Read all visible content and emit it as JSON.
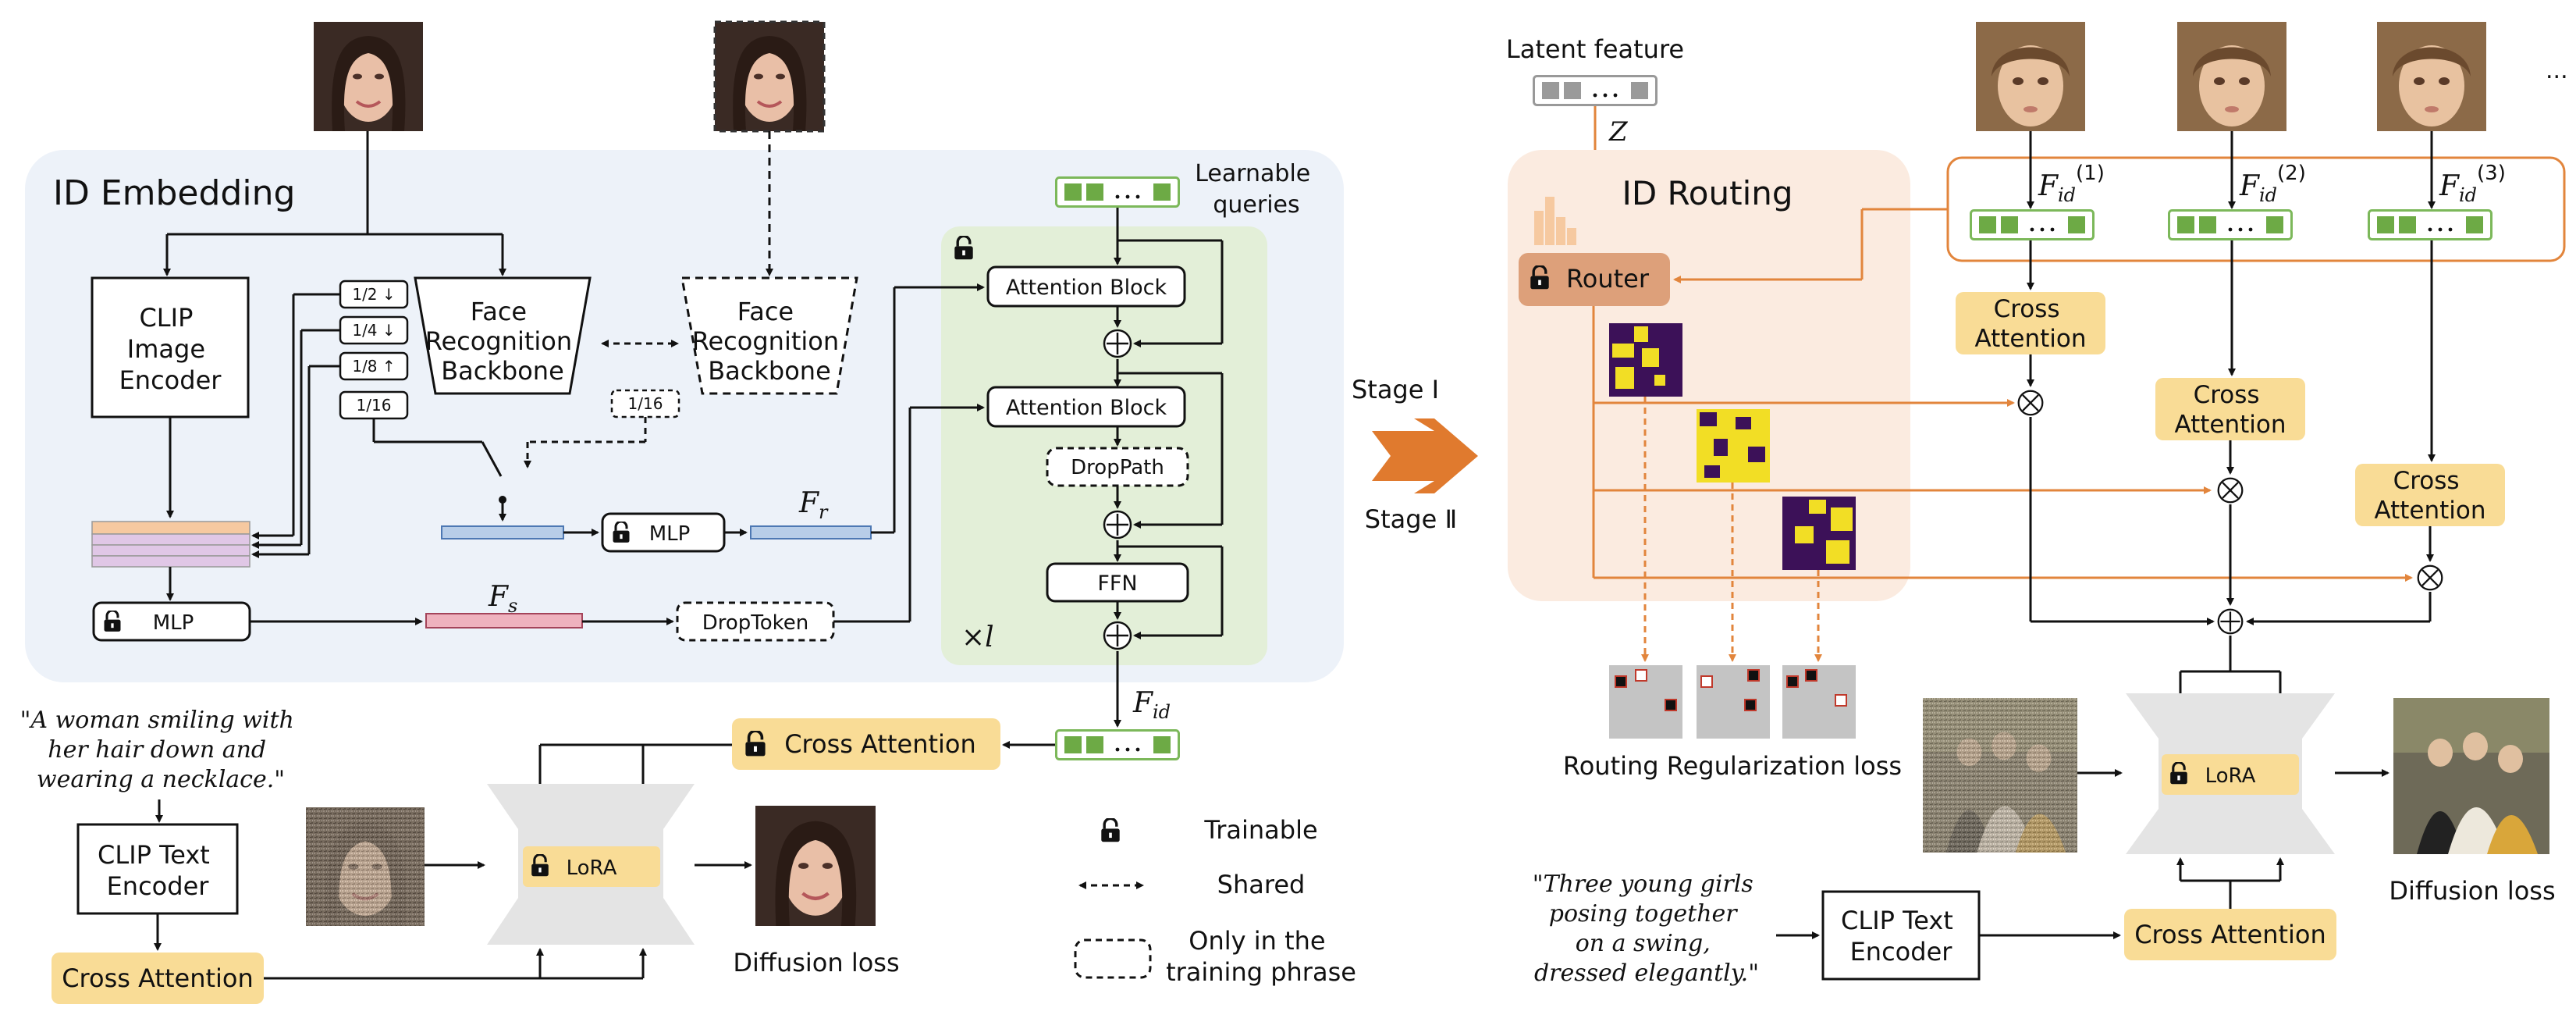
{
  "colors": {
    "embed_panel": "#EDF2F9",
    "green_panel": "#E3EFD8",
    "token_green": "#6DAA45",
    "token_border": "#7CB85A",
    "cross_attn": "#F9DC96",
    "router": "#DDA07A",
    "routing_panel": "#FBEBE0",
    "orange": "#E2853C",
    "stage_arrow": "#E07A2E",
    "unet": "#E4E4E4",
    "bar_blue": "#B7CDE8",
    "bar_red": "#EFB2BE",
    "stack_orange": "#F6C9A0",
    "stack_purple": "#E0C7E6",
    "mask_dark": "#3C1158",
    "mask_light": "#F2DE25"
  },
  "left": {
    "id_embedding_title": "ID Embedding",
    "clip_image_encoder": [
      "CLIP",
      "Image",
      "Encoder"
    ],
    "face_backbone": [
      "Face",
      "Recognition",
      "Backbone"
    ],
    "face_backbone_shared": [
      "Face",
      "Recognition",
      "Backbone"
    ],
    "scales": [
      "1/2 ↓",
      "1/4 ↓",
      "1/8 ↑",
      "1/16"
    ],
    "scale_dashed": "1/16",
    "mlp": "MLP",
    "mlp_bottom": "MLP",
    "fr_label": "F",
    "fr_sub": "r",
    "fs_label": "F",
    "fs_sub": "s",
    "drop_token": "DropToken",
    "learnable_queries": [
      "Learnable",
      "queries"
    ],
    "attention_block_1": "Attention Block",
    "attention_block_2": "Attention Block",
    "drop_path": "DropPath",
    "ffn": "FFN",
    "times_l": "×l",
    "fid_label": "F",
    "fid_sub": "id",
    "token_dots": "···",
    "cross_attention": "Cross Attention",
    "cross_attention_bottom": "Cross Attention",
    "prompt": [
      "\"A woman smiling with",
      "her hair down and",
      "wearing a necklace.\""
    ],
    "clip_text_encoder": [
      "CLIP Text",
      "Encoder"
    ],
    "lora": "LoRA",
    "diffusion_loss": "Diffusion loss"
  },
  "legend": {
    "trainable": "Trainable",
    "shared": "Shared",
    "only_training": [
      "Only in the",
      "training phrase"
    ]
  },
  "stage": {
    "stage_1": "Stage Ⅰ",
    "stage_2": "Stage Ⅱ"
  },
  "right": {
    "latent_feature": "Latent feature",
    "z_label": "Z",
    "id_routing_title": "ID Routing",
    "router": "Router",
    "fid_indices": [
      "(1)",
      "(2)",
      "(3)"
    ],
    "fid_label": "F",
    "fid_sub": "id",
    "cross_attention": [
      "Cross",
      "Attention"
    ],
    "cross_attention_bottom": "Cross Attention",
    "routing_reg_loss": "Routing Regularization loss",
    "lora": "LoRA",
    "diffusion_loss": "Diffusion loss",
    "prompt": [
      "\"Three young girls",
      "posing together",
      "on a swing,",
      "dressed elegantly.\""
    ],
    "clip_text_encoder": [
      "CLIP Text",
      "Encoder"
    ],
    "ellipsis": "..."
  }
}
